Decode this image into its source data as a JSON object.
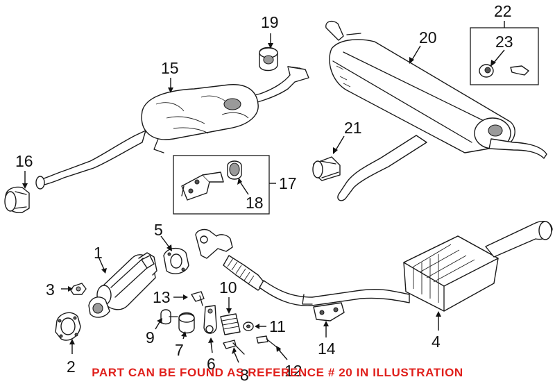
{
  "callouts": {
    "c1": "1",
    "c2": "2",
    "c3": "3",
    "c4": "4",
    "c5": "5",
    "c6": "6",
    "c7": "7",
    "c8": "8",
    "c9": "9",
    "c10": "10",
    "c11": "11",
    "c12": "12",
    "c13": "13",
    "c14": "14",
    "c15": "15",
    "c16": "16",
    "c17": "17",
    "c18": "18",
    "c19": "19",
    "c20": "20",
    "c21": "21",
    "c22": "22",
    "c23": "23"
  },
  "note": "PART CAN BE FOUND AS REFERENCE # 20 IN ILLUSTRATION",
  "colors": {
    "note": "#e0201c",
    "linework": "#1a1a1a",
    "background": "#ffffff"
  }
}
